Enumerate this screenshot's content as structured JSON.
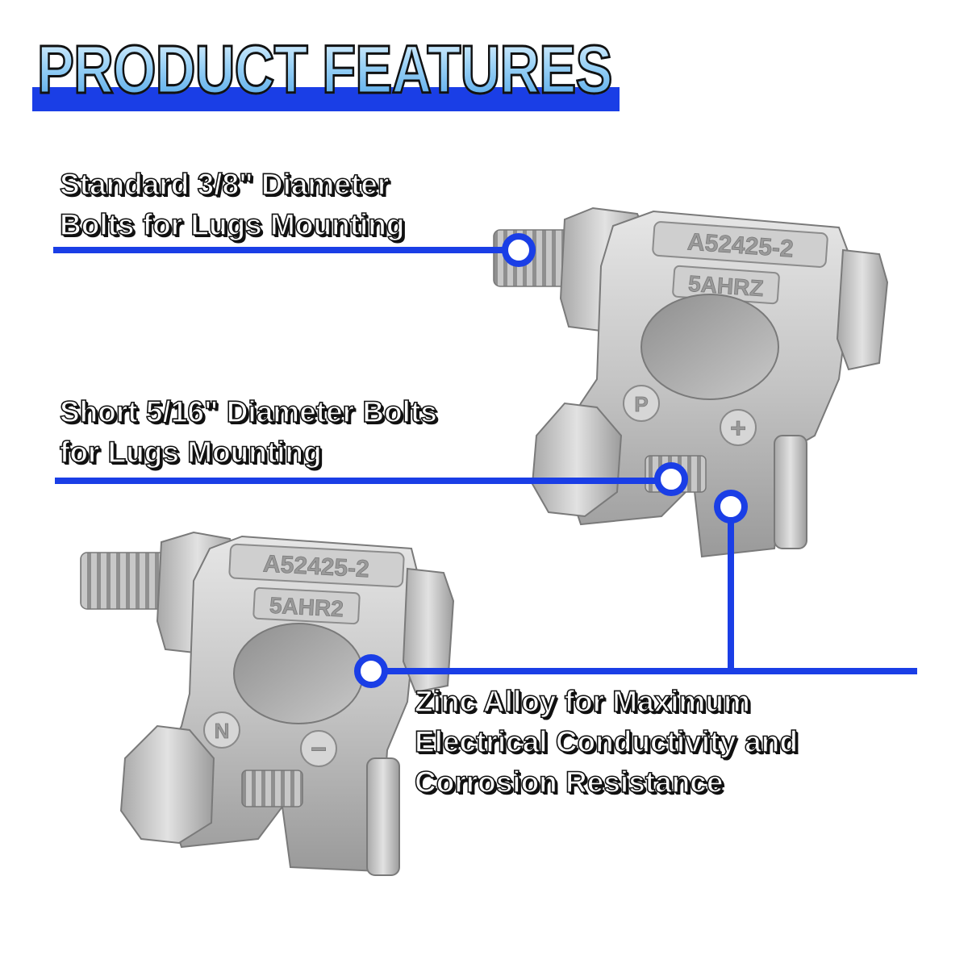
{
  "header": {
    "title": "PRODUCT FEATURES"
  },
  "features": [
    {
      "id": "bolt-3-8",
      "lines": [
        "Standard 3/8\" Diameter",
        "Bolts for Lugs Mounting"
      ]
    },
    {
      "id": "bolt-5-16",
      "lines": [
        "Short 5/16\" Diameter Bolts",
        "for Lugs Mounting"
      ]
    },
    {
      "id": "zinc-alloy",
      "lines": [
        "Zinc Alloy for Maximum",
        "Electrical Conductivity and",
        "Corrosion Resistance"
      ]
    }
  ],
  "terminals": {
    "positive": {
      "part_number": "A52425-2",
      "code": "5AHRZ",
      "letter": "P",
      "polarity": "+"
    },
    "negative": {
      "part_number": "A52425-2",
      "code": "5AHR2",
      "letter": "N",
      "polarity": "−"
    }
  },
  "colors": {
    "accent_blue": "#1a3ee6",
    "marker_fill": "#ffffff",
    "metal_light": "#d9d9d9",
    "metal_mid": "#b5b5b5",
    "metal_dark": "#8a8a8a",
    "background": "#ffffff"
  }
}
